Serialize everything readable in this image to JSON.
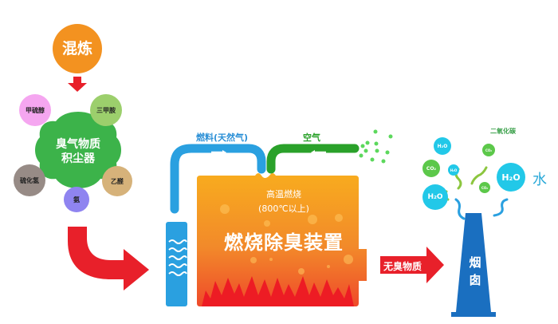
{
  "title": "燃烧除臭装置流程图",
  "colors": {
    "mix": "#f39220",
    "gear": "#3cb34a",
    "red_arrow": "#e8202a",
    "fuel_pipe": "#2aa0e0",
    "air_pipe": "#2aa12a",
    "chimney": "#1a6fc0",
    "h2o": "#22c8e8",
    "co2": "#5cc84a"
  },
  "source": {
    "mix_label": "混炼",
    "collector_line1": "臭气物质",
    "collector_line2": "积尘器",
    "compounds": [
      {
        "name": "甲硫醇",
        "color": "#f5a6f0"
      },
      {
        "name": "三甲胺",
        "color": "#9ccf6c"
      },
      {
        "name": "硫化氢",
        "color": "#978b86"
      },
      {
        "name": "氨",
        "color": "#8f84f0"
      },
      {
        "name": "乙醛",
        "color": "#d6b27a"
      }
    ]
  },
  "inputs": {
    "fuel_label": "燃料(天然气)",
    "air_label": "空气"
  },
  "device": {
    "temp_line1": "高温燃烧",
    "temp_line2": "(800℃以上)",
    "name": "燃烧除臭装置"
  },
  "output": {
    "arrow_label": "无臭物质",
    "chimney_label": "烟囱",
    "co2_name": "二氧化碳",
    "water_label": "水",
    "molecules": [
      {
        "formula": "H₂O",
        "type": "h2o"
      },
      {
        "formula": "CO₂",
        "type": "co2"
      },
      {
        "formula": "H₂O",
        "type": "h2o"
      },
      {
        "formula": "H₂O",
        "type": "h2o"
      },
      {
        "formula": "CO₂",
        "type": "co2"
      },
      {
        "formula": "CO₂",
        "type": "co2"
      },
      {
        "formula": "H₂O",
        "type": "h2o"
      }
    ]
  }
}
